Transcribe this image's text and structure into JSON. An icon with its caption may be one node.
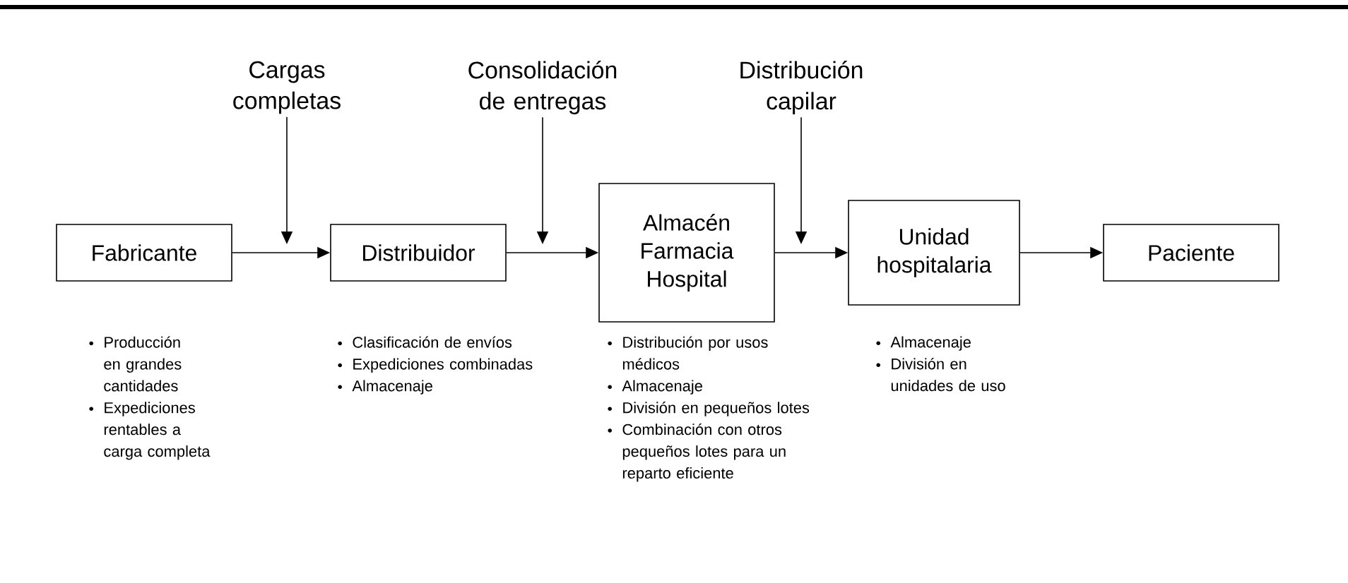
{
  "diagram": {
    "nodes": [
      {
        "text": [
          "Fabricante"
        ],
        "beside": [
          "Producción en grandes cantidades",
          "Expediciones rentables a carga completa"
        ]
      },
      {
        "text": [
          "Distribuidor"
        ],
        "beside": [
          "Clasificación de envíos",
          "Expediciones combinadas",
          "Almacenaje"
        ]
      },
      {
        "text": [
          "Almacén Farmacia Hospital"
        ],
        "beside": [
          "Distribución por usos médicos",
          "Almacenaje",
          "División en pequeños lotes",
          "Combinación con otros pequeños lotes para un reparto eficiente"
        ]
      },
      {
        "text": [
          "Unidad hospitalaria"
        ],
        "beside": [
          "Almacenaje",
          "División en unidades de uso"
        ]
      },
      {
        "text": [
          "Paciente"
        ]
      },
      {
        "text": [
          "Cargas completas"
        ]
      },
      {
        "text": [
          "Consolidación de entregas"
        ]
      },
      {
        "text": [
          "Distribución capilar"
        ]
      }
    ],
    "edges": [
      {
        "from": 0,
        "to": 1,
        "arrow": "to"
      },
      {
        "from": 1,
        "to": 2,
        "arrow": "to"
      },
      {
        "from": 2,
        "to": 3,
        "arrow": "to"
      },
      {
        "from": 3,
        "to": 4,
        "arrow": "to"
      },
      {
        "from": 5,
        "to": null,
        "arrow": "to"
      },
      {
        "from": 6,
        "to": null,
        "arrow": "to"
      },
      {
        "from": 7,
        "to": null,
        "arrow": "to"
      }
    ]
  }
}
